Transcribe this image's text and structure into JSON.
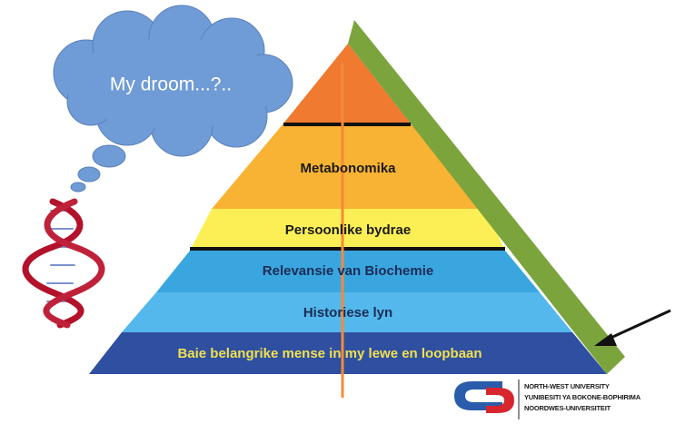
{
  "diagram": {
    "thought_bubble": {
      "text": "My droom...?.."
    },
    "pyramid": {
      "layers": [
        {
          "label": "",
          "color": "#ef7a30"
        },
        {
          "label": "Metabonomika",
          "color": "#f8b334",
          "text_color": "#1a1a1a"
        },
        {
          "label": "Persoonlike bydrae",
          "color": "#fbef55",
          "text_color": "#1a1a1a"
        },
        {
          "label": "Relevansie van Biochemie",
          "color": "#3aa6e0",
          "text_color": "#1c2c55"
        },
        {
          "label": "Historiese lyn",
          "color": "#54b8ec",
          "text_color": "#1c2c55"
        },
        {
          "label": "Baie belangrike mense in my lewe en loopbaan",
          "color": "#2f4fa0",
          "text_color": "#f0e050"
        }
      ],
      "side_band_color": "#7ba43d",
      "center_line_color": "#f58a38"
    }
  },
  "logo": {
    "lines": [
      "NORTH-WEST UNIVERSITY",
      "YUNIBESITI YA BOKONE-BOPHIRIMA",
      "NOORDWES-UNIVERSITEIT"
    ],
    "colors": {
      "blue": "#2a5cab",
      "red": "#d8262e"
    }
  }
}
